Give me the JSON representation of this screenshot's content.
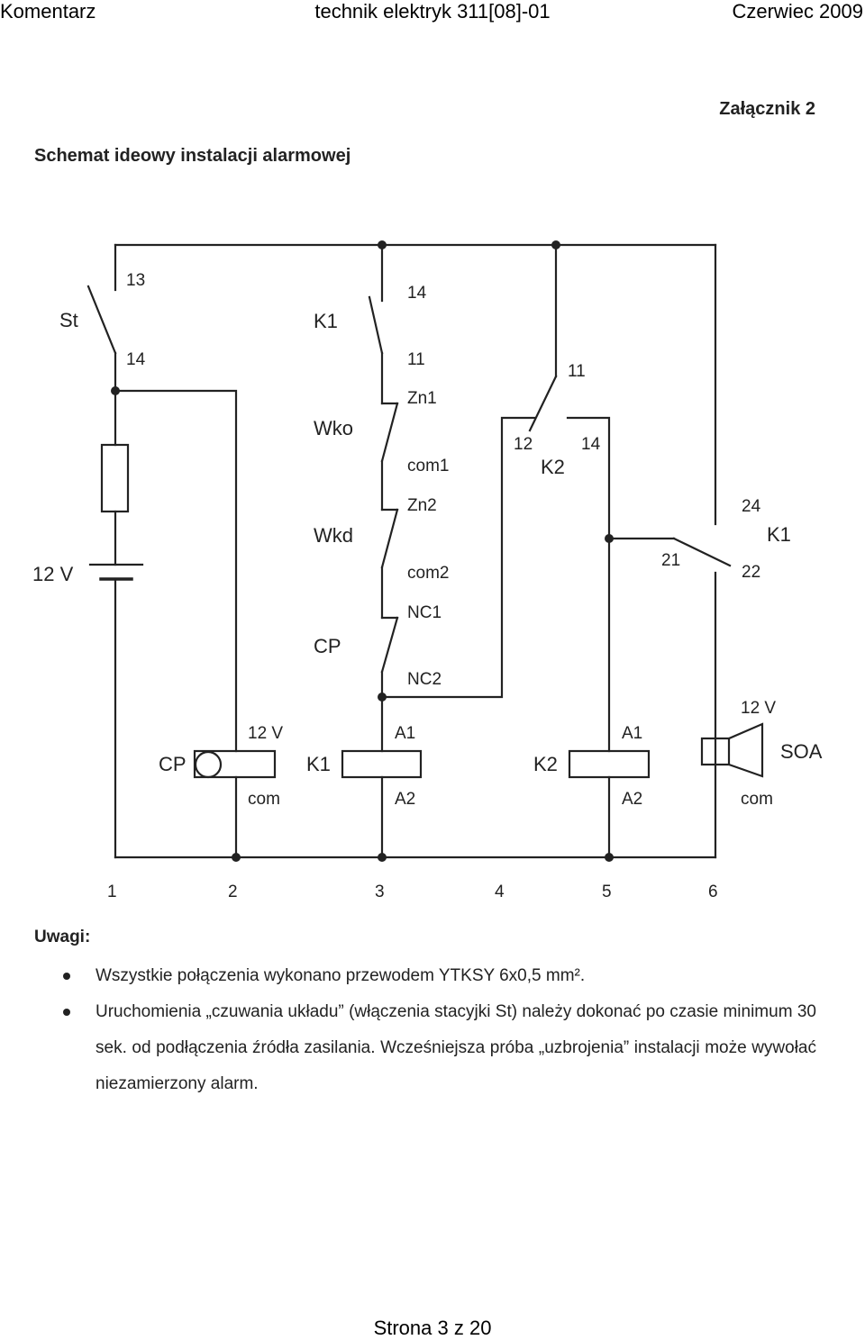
{
  "header": {
    "left": "Komentarz",
    "center": "technik elektryk 311[08]-01",
    "right": "Czerwiec 2009"
  },
  "attachment": "Załącznik 2",
  "title": "Schemat ideowy instalacji alarmowej",
  "schematic": {
    "st_label": "St",
    "st_13": "13",
    "st_14": "14",
    "supply": "12 V",
    "k1_label": "K1",
    "k1_14": "14",
    "k1_11": "11",
    "wko_label": "Wko",
    "zn1": "Zn1",
    "com1": "com1",
    "wkd_label": "Wkd",
    "zn2": "Zn2",
    "com2": "com2",
    "nc1": "NC1",
    "cp_label": "CP",
    "nc2": "NC2",
    "k2_11": "11",
    "k2_12": "12",
    "k2_14": "14",
    "k2_contact_label": "K2",
    "k1b_24": "24",
    "k1b_label": "K1",
    "k1b_21": "21",
    "k1b_22": "22",
    "cp_coil_label": "CP",
    "cp_12v": "12 V",
    "cp_com": "com",
    "k1_coil_label": "K1",
    "k1_a1": "A1",
    "k1_a2": "A2",
    "k2_coil_label": "K2",
    "k2_a1": "A1",
    "k2_a2": "A2",
    "soa_12v": "12 V",
    "soa_label": "SOA",
    "soa_com": "com",
    "node_numbers": [
      "1",
      "2",
      "3",
      "4",
      "5",
      "6"
    ]
  },
  "notes": {
    "title": "Uwagi:",
    "items": [
      "Wszystkie połączenia wykonano przewodem YTKSY 6x0,5 mm².",
      "Uruchomienia „czuwania układu” (włączenia stacyjki St) należy dokonać po czasie minimum 30 sek. od podłączenia źródła zasilania. Wcześniejsza próba „uzbrojenia” instalacji może wywołać niezamierzony alarm."
    ]
  },
  "footer": "Strona 3 z 20"
}
